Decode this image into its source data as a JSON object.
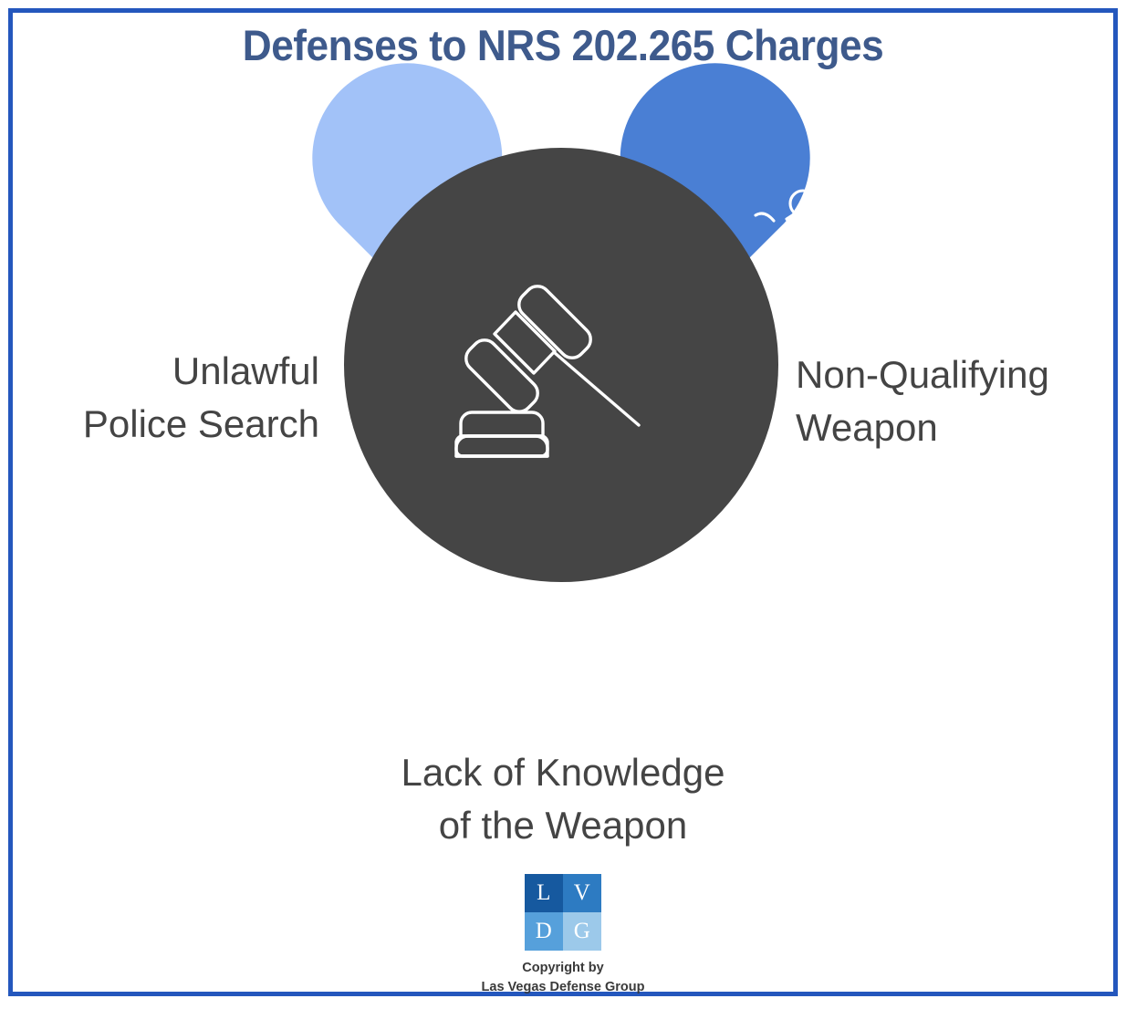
{
  "page": {
    "title": "Defenses to NRS 202.265 Charges",
    "background_color": "#FFFFFF",
    "border_color": "#2457BD",
    "title_color": "#3E5A8C"
  },
  "hub": {
    "icon": "gavel-icon",
    "color": "#454545",
    "icon_color": "#FFFFFF"
  },
  "defenses": [
    {
      "id": "unlawful-police-search",
      "label": "Unlawful\nPolice Search",
      "icon": "police-officer-search-icon",
      "bubble_color": "#A2C2F8",
      "position": "top-left"
    },
    {
      "id": "non-qualifying-weapon",
      "label": "Non-Qualifying\nWeapon",
      "icon": "handgun-icon",
      "bubble_color": "#4A7FD4",
      "position": "top-right"
    },
    {
      "id": "lack-of-knowledge",
      "label": "Lack of Knowledge\nof the Weapon",
      "icon": "head-question-magnifier-icon",
      "bubble_color": "#4A85F0",
      "position": "bottom"
    }
  ],
  "footer": {
    "logo": {
      "letters": [
        "L",
        "V",
        "D",
        "G"
      ],
      "colors": [
        "#16599F",
        "#2D7BC2",
        "#56A0DB",
        "#9CC9EA"
      ]
    },
    "copyright": "Copyright by\nLas Vegas Defense Group"
  }
}
